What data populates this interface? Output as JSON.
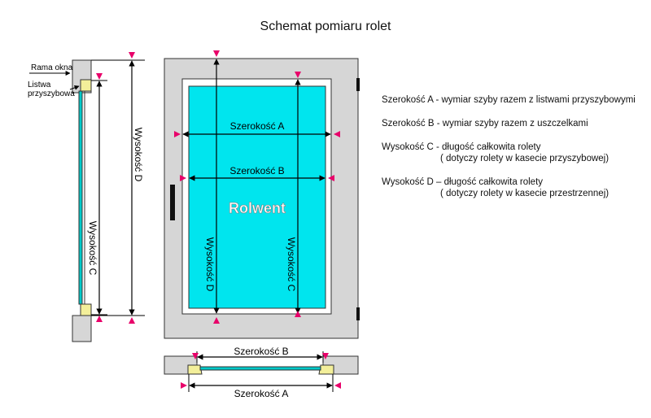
{
  "title": "Schemat pomiaru rolet",
  "brand": "Rolwent",
  "labels": {
    "rama_okna": "Rama okna",
    "listwa_line1": "Listwa",
    "listwa_line2": "przyszybowa",
    "szer_a": "Szerokość A",
    "szer_b": "Szerokość B",
    "wys_c": "Wysokość C",
    "wys_d": "Wysokość D"
  },
  "legend": [
    {
      "main": "Szerokość A  -  wymiar szyby razem z listwami przyszybowymi",
      "sub": ""
    },
    {
      "main": "Szerokość B  -  wymiar szyby razem z uszczelkami",
      "sub": ""
    },
    {
      "main": "Wysokość C - długość całkowita rolety",
      "sub": "( dotyczy rolety w kasecie przyszybowej)"
    },
    {
      "main": "Wysokość D – długość całkowita rolety",
      "sub": "( dotyczy rolety w kasecie przestrzennej)"
    }
  ],
  "colors": {
    "glass": "#00e5ee",
    "frame": "#d6d6d6",
    "bead": "#f3ef9a",
    "marker": "#e8006a",
    "line": "#000000"
  }
}
